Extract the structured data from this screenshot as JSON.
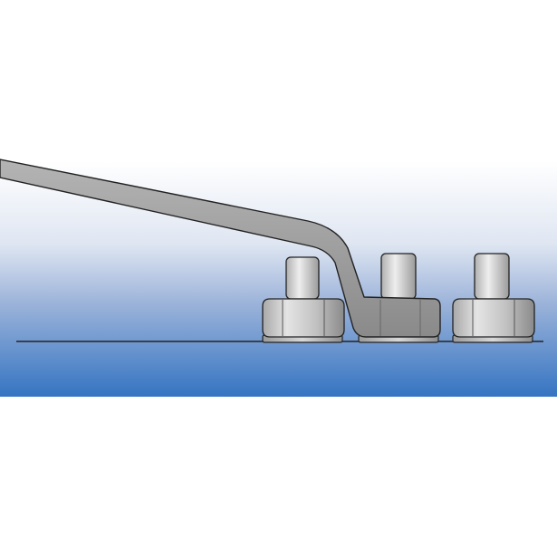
{
  "colors": {
    "background": "#ffffff",
    "gradient_top": "#ffffff",
    "gradient_mid": "#9db4da",
    "gradient_bottom": "#3574c2",
    "metal_light": "#e2e2e2",
    "metal_mid": "#c4c4c4",
    "metal_dark": "#8c8c8c",
    "wrench": "#9c9c9c",
    "outline": "#222222"
  },
  "scene": {
    "wrench": {
      "icon": "offset-ring-wrench"
    },
    "bolts": [
      {
        "id": "left",
        "icon": "hex-nut-with-bolt"
      },
      {
        "id": "middle",
        "icon": "hex-nut-with-bolt-engaged"
      },
      {
        "id": "right",
        "icon": "hex-nut-with-bolt"
      }
    ],
    "surface": {
      "icon": "mounting-surface-line"
    }
  }
}
